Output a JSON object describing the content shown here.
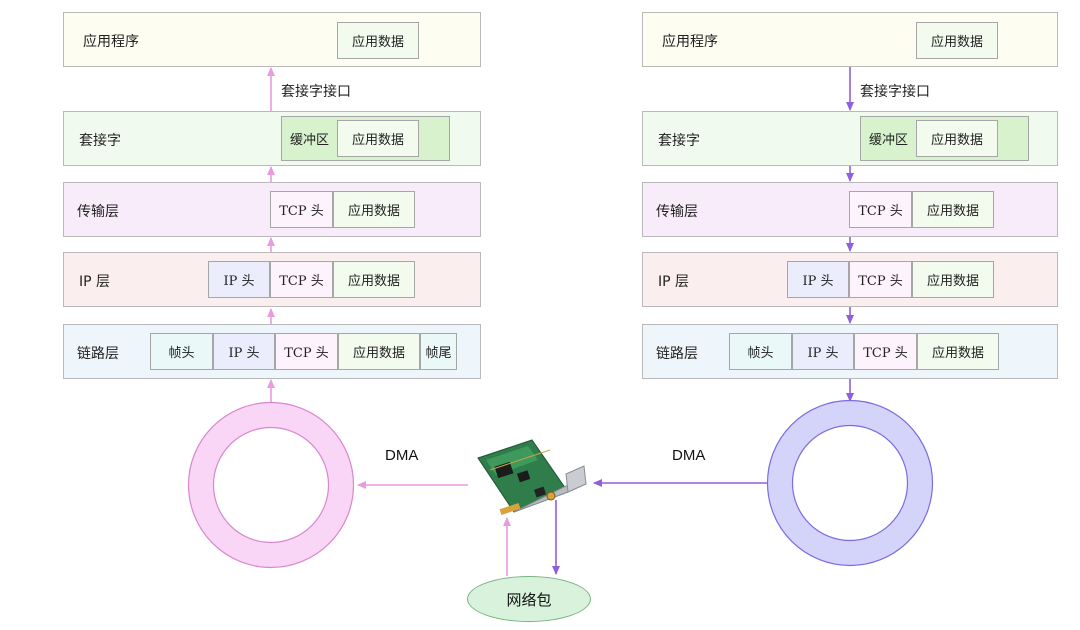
{
  "left_stack": {
    "layers": [
      {
        "label": "应用程序",
        "cells": [
          "应用数据"
        ]
      },
      {
        "label": "套接字",
        "cells": [
          "缓冲区",
          "应用数据"
        ]
      },
      {
        "label": "传输层",
        "cells": [
          "TCP 头",
          "应用数据"
        ]
      },
      {
        "label": "IP 层",
        "cells": [
          "IP 头",
          "TCP 头",
          "应用数据"
        ]
      },
      {
        "label": "链路层",
        "cells": [
          "帧头",
          "IP 头",
          "TCP 头",
          "应用数据",
          "帧尾"
        ]
      }
    ],
    "interface_label": "套接字接口"
  },
  "right_stack": {
    "layers": [
      {
        "label": "应用程序",
        "cells": [
          "应用数据"
        ]
      },
      {
        "label": "套接字",
        "cells": [
          "缓冲区",
          "应用数据"
        ]
      },
      {
        "label": "传输层",
        "cells": [
          "TCP 头",
          "应用数据"
        ]
      },
      {
        "label": "IP 层",
        "cells": [
          "IP 头",
          "TCP 头",
          "应用数据"
        ]
      },
      {
        "label": "链路层",
        "cells": [
          "帧头",
          "IP 头",
          "TCP 头",
          "应用数据"
        ]
      }
    ],
    "interface_label": "套接字接口"
  },
  "dma_left": "DMA",
  "dma_right": "DMA",
  "packet_label": "网络包",
  "colors": {
    "receive_arrow": "#e79ce0",
    "send_arrow": "#8f5fe0",
    "ring_receive": "#f9d6f5",
    "ring_send": "#d4d4fb"
  }
}
